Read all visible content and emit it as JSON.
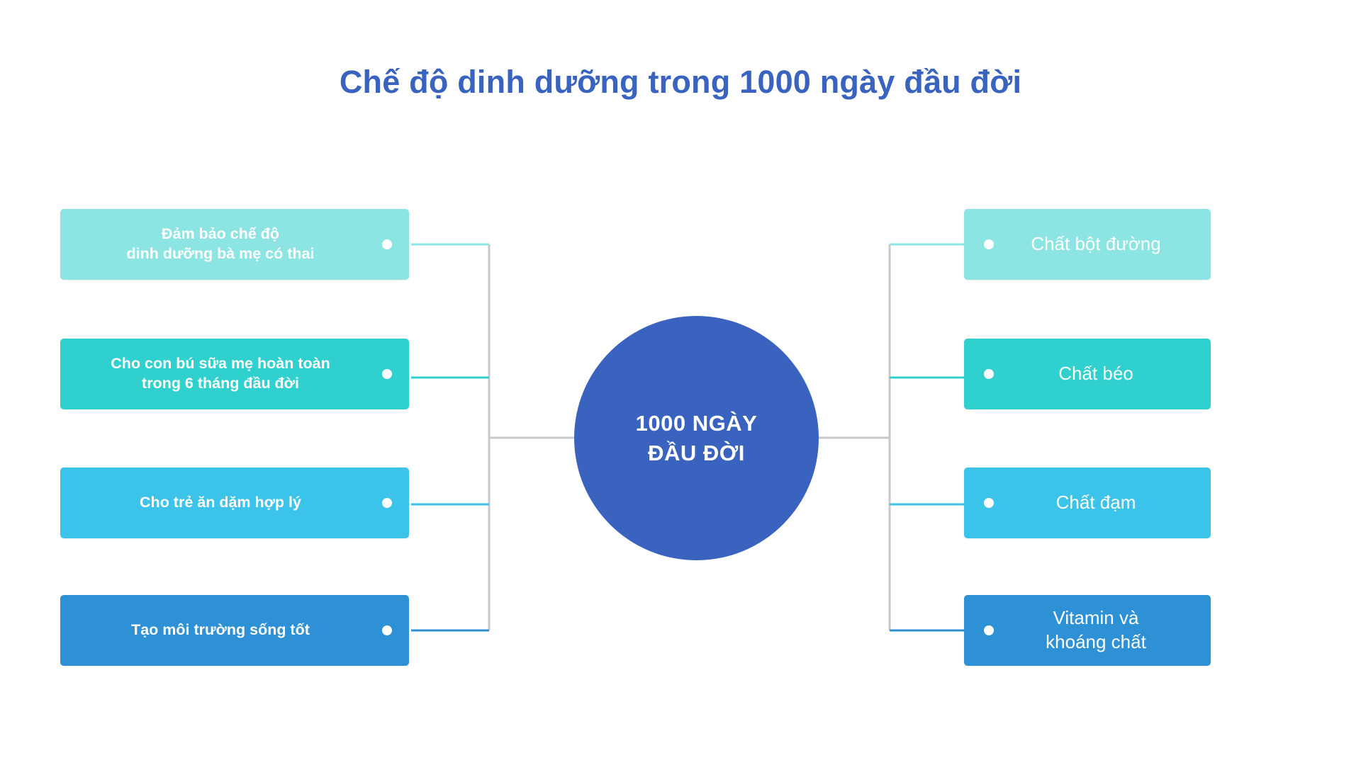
{
  "page": {
    "title": "Chế độ dinh dưỡng trong 1000 ngày đầu đời",
    "background": "#ffffff",
    "title_color": "#3a62bf"
  },
  "hub": {
    "line1": "1000 NGÀY",
    "line2": "ĐẦU ĐỜI",
    "color": "#3a62bf"
  },
  "left_branch": {
    "items": [
      {
        "label_line1": "Đảm bảo chế độ",
        "label_line2": "dinh dưỡng bà mẹ có thai",
        "color": "#8ce5e2"
      },
      {
        "label_line1": "Cho con bú sữa mẹ hoàn toàn",
        "label_line2": "trong 6 tháng đầu đời",
        "color": "#2fd0cd"
      },
      {
        "label_line1": "Cho trẻ ăn dặm hợp lý",
        "label_line2": "",
        "color": "#3cc3ea"
      },
      {
        "label_line1": "Tạo môi trường sống tốt",
        "label_line2": "",
        "color": "#2e91d6"
      }
    ]
  },
  "right_branch": {
    "items": [
      {
        "label_line1": "Chất bột đường",
        "label_line2": "",
        "color": "#8ce5e2"
      },
      {
        "label_line1": "Chất béo",
        "label_line2": "",
        "color": "#2fd0cd"
      },
      {
        "label_line1": "Chất đạm",
        "label_line2": "",
        "color": "#3cc3ea"
      },
      {
        "label_line1": "Vitamin và",
        "label_line2": "khoáng chất",
        "color": "#2e91d6"
      }
    ]
  },
  "connectors": {
    "trunk_color": "#c9c9c9",
    "colors": [
      "#8ce5e2",
      "#2fd0cd",
      "#3cc3ea",
      "#2e91d6"
    ]
  }
}
